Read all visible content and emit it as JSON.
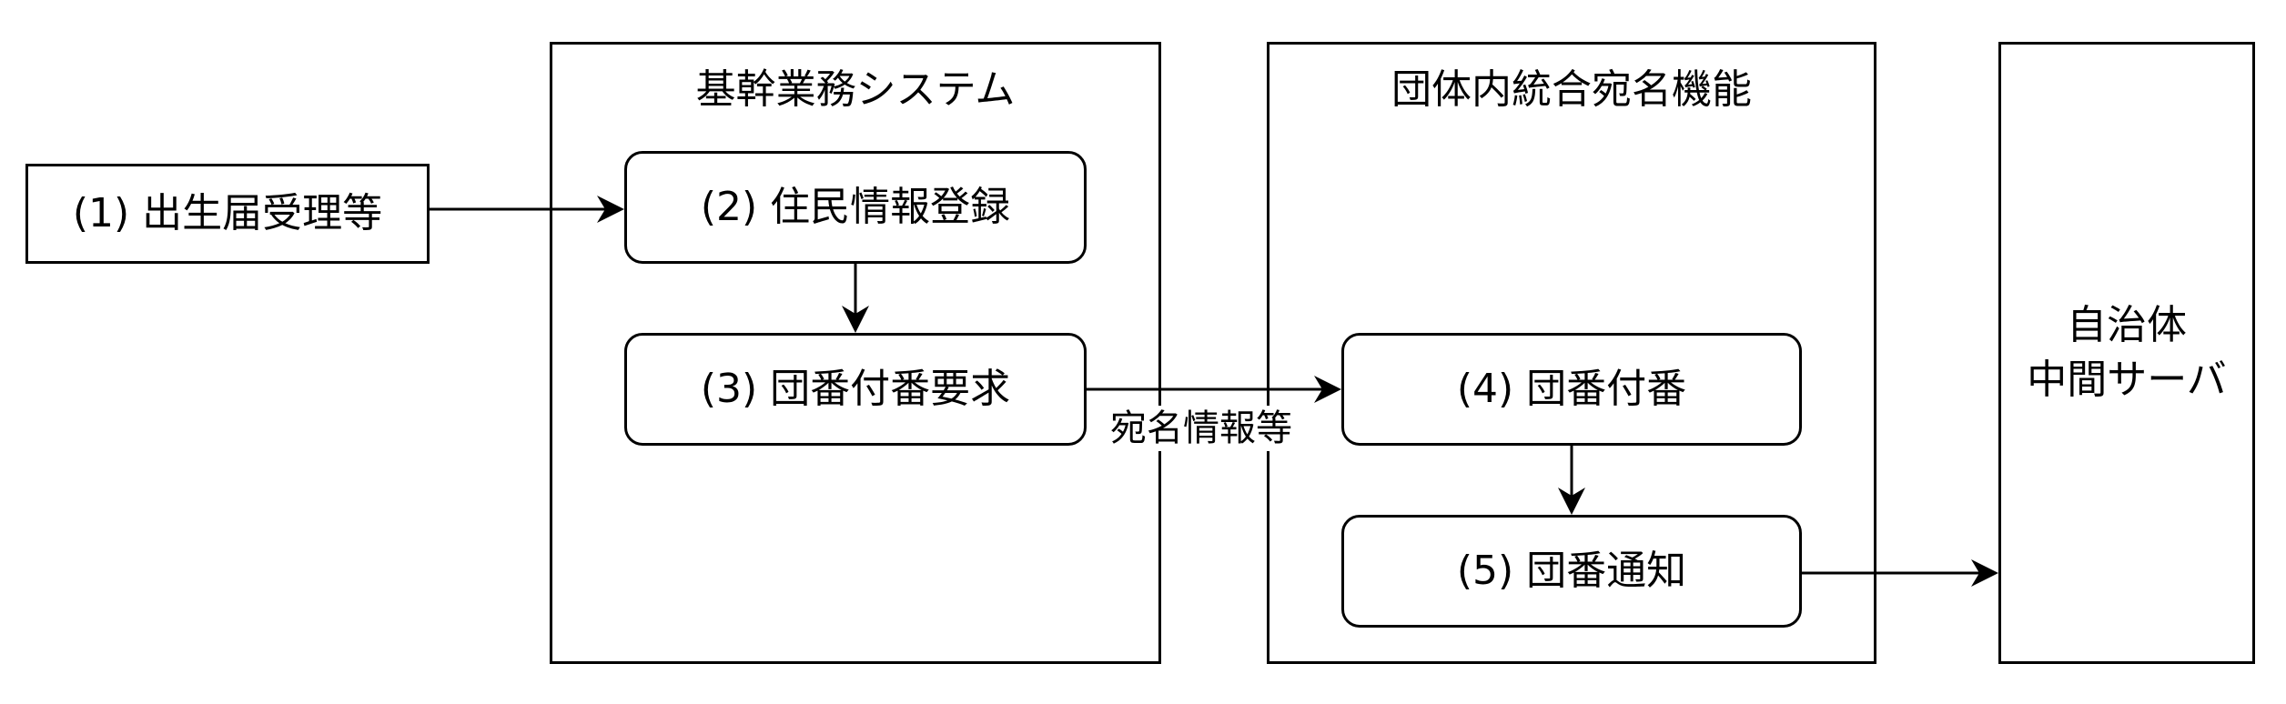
{
  "containers": {
    "core_system": {
      "title": "基幹業務システム"
    },
    "integrated_addressee": {
      "title": "団体内統合宛名機能"
    }
  },
  "nodes": {
    "birth_notice": "(1) 出生届受理等",
    "resident_registration": "(2) 住民情報登録",
    "id_request": "(3) 団番付番要求",
    "id_assign": "(4) 団番付番",
    "id_notify": "(5) 団番通知"
  },
  "server": {
    "line1": "自治体",
    "line2": "中間サーバ"
  },
  "edges": {
    "request_label": "宛名情報等"
  }
}
